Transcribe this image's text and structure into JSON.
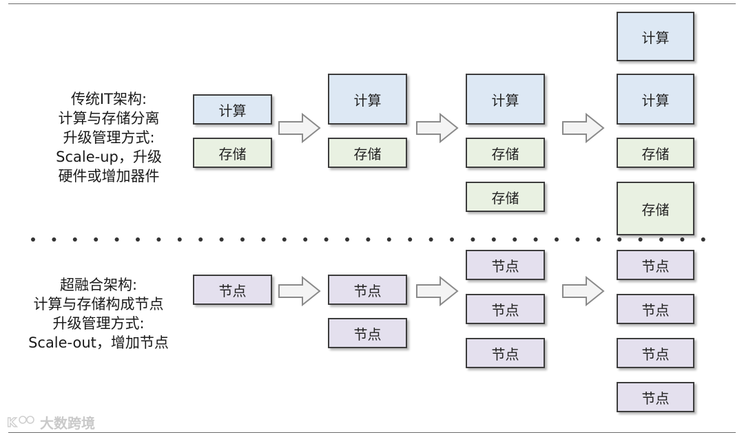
{
  "traditional": {
    "lines": [
      "传统IT架构:",
      "计算与存储分离",
      "升级管理方式:",
      "Scale-up，升级",
      "硬件或增加器件"
    ],
    "columns": [
      [
        {
          "kind": "compute",
          "label": "计算"
        },
        {
          "kind": "storage",
          "label": "存储"
        }
      ],
      [
        {
          "kind": "compute",
          "label": "计算"
        },
        {
          "kind": "storage",
          "label": "存储"
        }
      ],
      [
        {
          "kind": "compute",
          "label": "计算"
        },
        {
          "kind": "storage",
          "label": "存储"
        },
        {
          "kind": "storage",
          "label": "存储"
        }
      ],
      [
        {
          "kind": "compute",
          "label": "计算"
        },
        {
          "kind": "compute",
          "label": "计算"
        },
        {
          "kind": "storage",
          "label": "存储"
        },
        {
          "kind": "storage",
          "label": "存储"
        }
      ]
    ]
  },
  "hyperconverged": {
    "lines": [
      "超融合架构:",
      "计算与存储构成节点",
      "升级管理方式:",
      "Scale-out，增加节点"
    ],
    "columns": [
      [
        {
          "kind": "node",
          "label": "节点"
        }
      ],
      [
        {
          "kind": "node",
          "label": "节点"
        },
        {
          "kind": "node",
          "label": "节点"
        }
      ],
      [
        {
          "kind": "node",
          "label": "节点"
        },
        {
          "kind": "node",
          "label": "节点"
        },
        {
          "kind": "node",
          "label": "节点"
        }
      ],
      [
        {
          "kind": "node",
          "label": "节点"
        },
        {
          "kind": "node",
          "label": "节点"
        },
        {
          "kind": "node",
          "label": "节点"
        },
        {
          "kind": "node",
          "label": "节点"
        }
      ]
    ]
  },
  "watermark": {
    "icon": "logo-icon",
    "text": "大数跨境"
  },
  "colors": {
    "compute": "#dde8f4",
    "storage": "#e9f1e2",
    "node": "#e4e0ee",
    "border": "#3c3c3c"
  }
}
